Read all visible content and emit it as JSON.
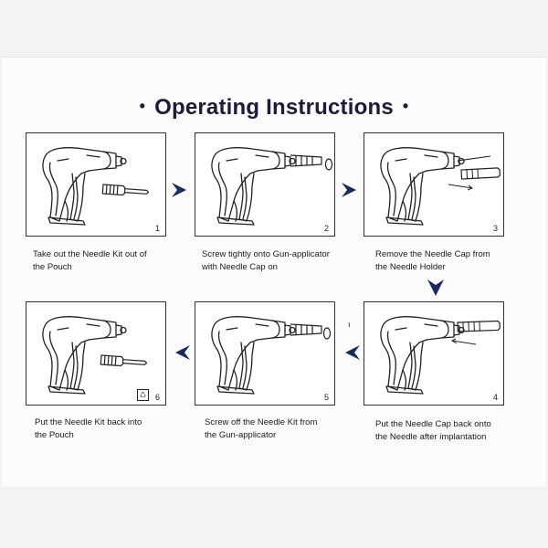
{
  "title": "Operating Instructions",
  "title_dot": "•",
  "steps": [
    {
      "num": "1",
      "caption_line1": "Take out the Needle Kit out of",
      "caption_line2": "the Pouch"
    },
    {
      "num": "2",
      "caption_line1": "Screw tightly onto Gun-applicator",
      "caption_line2": "with Needle Cap on"
    },
    {
      "num": "3",
      "caption_line1": "Remove the Needle Cap from",
      "caption_line2": "the Needle Holder"
    },
    {
      "num": "4",
      "caption_line1": "Put the Needle Cap back onto",
      "caption_line2": "the Needle after implantation"
    },
    {
      "num": "5",
      "caption_line1": "Screw off the Needle Kit from",
      "caption_line2": "the Gun-applicator"
    },
    {
      "num": "6",
      "caption_line1": "Put the Needle Kit back into",
      "caption_line2": "the Pouch"
    }
  ],
  "recycle_glyph": "♺",
  "stray_mark": "ı",
  "colors": {
    "arrow": "#1b2a5e",
    "ink": "#222222"
  }
}
